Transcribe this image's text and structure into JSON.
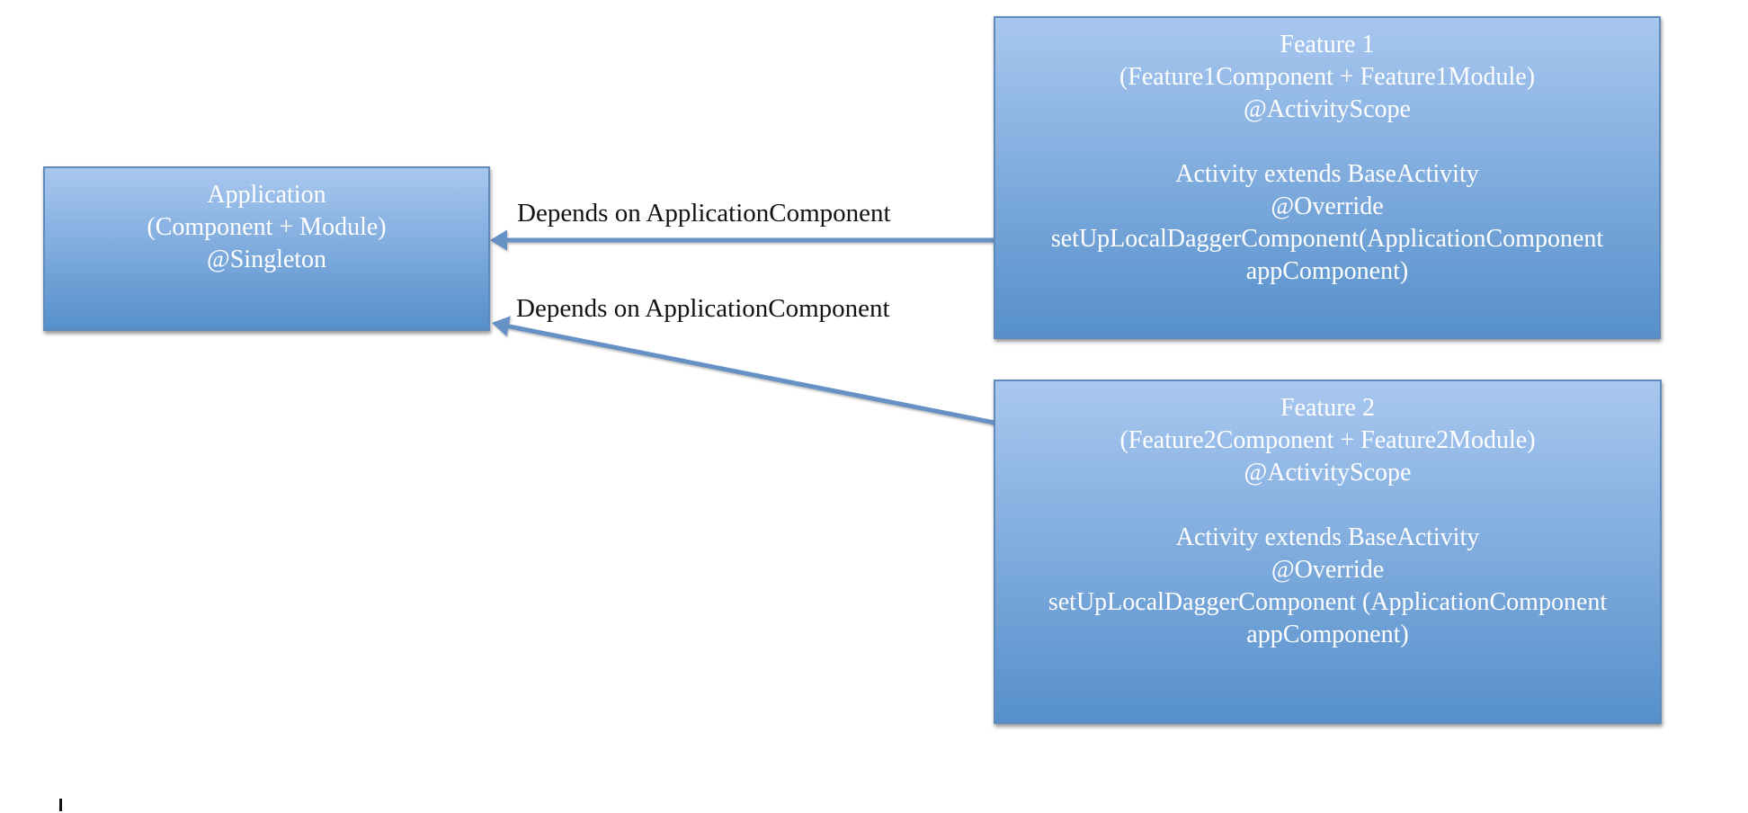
{
  "colors": {
    "background": "#ffffff",
    "box_fill_top": "#a8c7ef",
    "box_fill_bottom": "#5690cb",
    "box_border": "#5e8abc",
    "box_text": "#ffffff",
    "arrow": "#6691c5",
    "label_text": "#121212"
  },
  "nodes": {
    "application": {
      "lines": [
        "Application",
        "(Component + Module)",
        "@Singleton"
      ]
    },
    "feature1": {
      "lines": [
        "Feature 1",
        "(Feature1Component + Feature1Module)",
        "@ActivityScope",
        "",
        "Activity extends BaseActivity",
        "@Override",
        "setUpLocalDaggerComponent(ApplicationComponent",
        "appComponent)"
      ]
    },
    "feature2": {
      "lines": [
        "Feature 2",
        "(Feature2Component + Feature2Module)",
        "@ActivityScope",
        "",
        "Activity extends BaseActivity",
        "@Override",
        "setUpLocalDaggerComponent (ApplicationComponent",
        "appComponent)"
      ]
    }
  },
  "edges": [
    {
      "from": "feature1",
      "to": "application",
      "label": "Depends on ApplicationComponent"
    },
    {
      "from": "feature2",
      "to": "application",
      "label": "Depends on ApplicationComponent"
    }
  ]
}
